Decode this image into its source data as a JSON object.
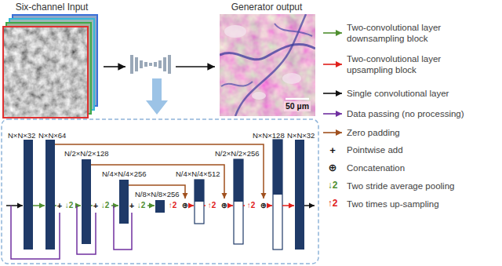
{
  "diagram": {
    "nodes": [
      {
        "text": [
          "Six-channel Input"
        ]
      },
      {
        "text": [
          "Generator output",
          "50 µm"
        ]
      }
    ],
    "edges": [
      {
        "from": 0,
        "to": 1,
        "arrow": "to"
      }
    ],
    "labels": [
      "N×N×32",
      "N×N×64",
      "N/2×N/2×128",
      "N/4×N/4×256",
      "N/8×N/8×256",
      "N/4×N/4×512",
      "N/2×N/2×256",
      "N×N×128",
      "N×N×32",
      "+",
      "↓2",
      "+",
      "↓2",
      "+",
      "↓2",
      "↑2",
      "⊕",
      "↑2",
      "⊕",
      "↑2",
      "⊕",
      "+",
      "⊕",
      "↓2",
      "↑2"
    ],
    "legend": [
      {
        "text": "Two-convolutional layer downsampling block"
      },
      {
        "text": "Two-convolutional layer upsampling block"
      },
      {
        "text": "Single convolutional layer"
      },
      {
        "text": "Data passing (no processing)"
      },
      {
        "text": "Zero padding"
      },
      {
        "text": "Pointwise add"
      },
      {
        "text": "Concatenation"
      },
      {
        "text": "Two stride average pooling"
      },
      {
        "text": "Two times up-sampling"
      }
    ]
  }
}
